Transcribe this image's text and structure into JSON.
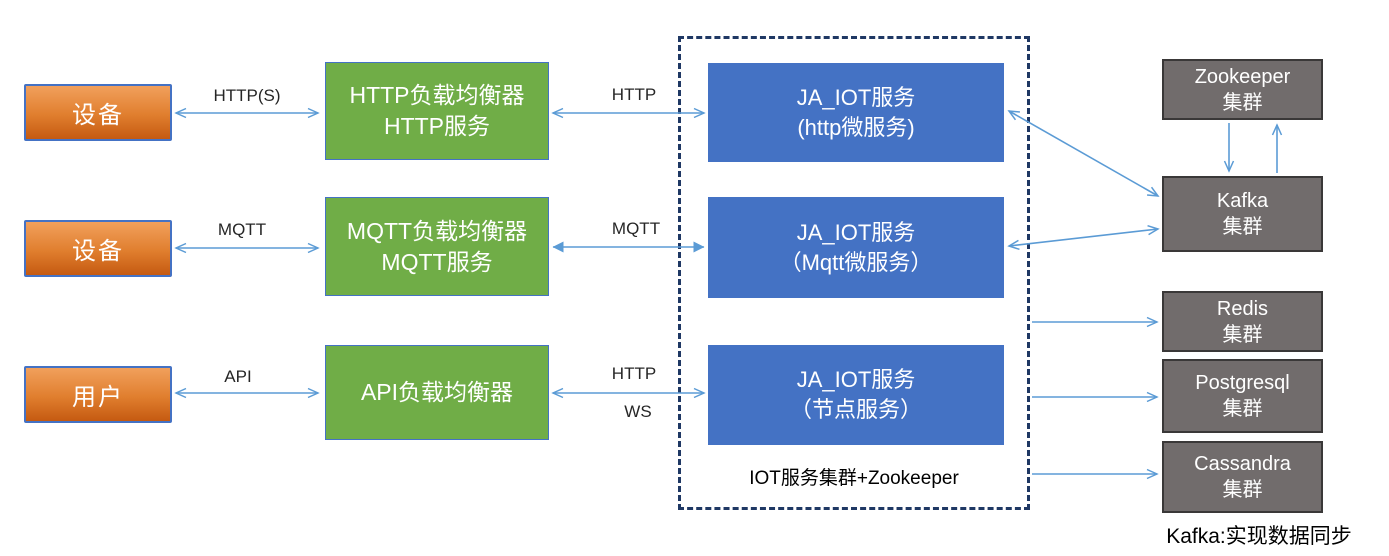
{
  "actors": [
    {
      "label": "设备"
    },
    {
      "label": "设备"
    },
    {
      "label": "用户"
    }
  ],
  "balancers": [
    {
      "line1": "HTTP负载均衡器",
      "line2": "HTTP服务"
    },
    {
      "line1": "MQTT负载均衡器",
      "line2": "MQTT服务"
    },
    {
      "line1": "API负载均衡器",
      "line2": ""
    }
  ],
  "services": [
    {
      "line1": "JA_IOT服务",
      "line2": "(http微服务)"
    },
    {
      "line1": "JA_IOT服务",
      "line2": "（Mqtt微服务）"
    },
    {
      "line1": "JA_IOT服务",
      "line2": "（节点服务）"
    }
  ],
  "clusters": [
    {
      "line1": "Zookeeper",
      "line2": "集群"
    },
    {
      "line1": "Kafka",
      "line2": "集群"
    },
    {
      "line1": "Redis",
      "line2": "集群"
    },
    {
      "line1": "Postgresql",
      "line2": "集群"
    },
    {
      "line1": "Cassandra",
      "line2": "集群"
    }
  ],
  "container_label": "IOT服务集群+Zookeeper",
  "note_bottom": "Kafka:实现数据同步",
  "edge_labels": {
    "device_http": "HTTP(S)",
    "device_mqtt": "MQTT",
    "user_api": "API",
    "lb_http": "HTTP",
    "lb_mqtt": "MQTT",
    "lb_ws_http": "HTTP",
    "lb_ws_ws": "WS"
  },
  "colors": {
    "actor_gradient_top": "#F1A05C",
    "actor_gradient_bottom": "#C55A11",
    "balancer_fill": "#70AD47",
    "service_fill": "#4472C4",
    "cluster_fill": "#716C6C",
    "cluster_border": "#3A3838",
    "node_border": "#4472C4",
    "container_border": "#1F3864",
    "arrow": "#5B9BD5",
    "label_text": "#262626"
  }
}
